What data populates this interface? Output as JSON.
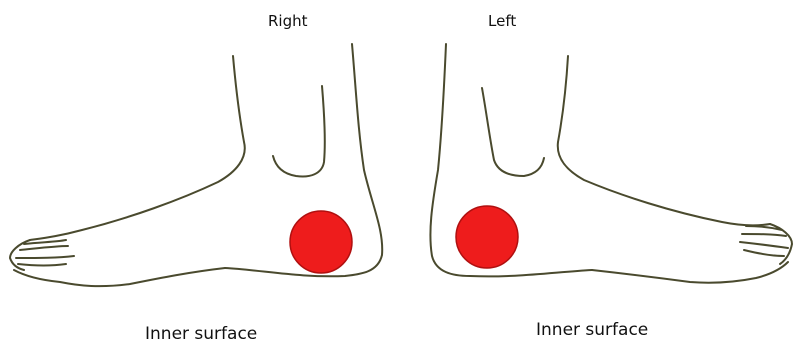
{
  "labels": {
    "right_foot": "Right",
    "left_foot": "Left",
    "right_surface": "Inner surface",
    "left_surface": "Inner surface"
  },
  "colors": {
    "outline": "#4a4a2e",
    "marker_fill": "#ee1c1c",
    "marker_edge": "#b01010",
    "background": "#ffffff"
  }
}
